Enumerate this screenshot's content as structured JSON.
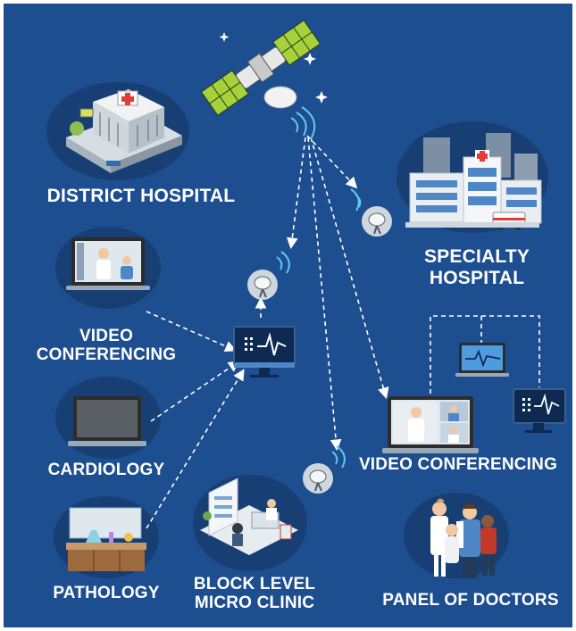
{
  "colors": {
    "background": "#1d4e8f",
    "blob": "#173f74",
    "link": "#ffffff",
    "signal": "#5ec8f2",
    "monitor_screen": "#0f2a52",
    "heartbeat": "#ffffff"
  },
  "labels": {
    "district_hospital": "DISTRICT HOSPITAL",
    "specialty_hospital": [
      "SPECIALTY",
      "HOSPITAL"
    ],
    "video_conferencing_left": [
      "VIDEO",
      "CONFERENCING"
    ],
    "cardiology": "CARDIOLOGY",
    "pathology": "PATHOLOGY",
    "block_level_micro_clinic": [
      "BLOCK LEVEL",
      "MICRO CLINIC"
    ],
    "video_conferencing_right": "VIDEO CONFERENCING",
    "panel_of_doctors": "PANEL OF DOCTORS"
  },
  "icons": [
    "satellite-icon",
    "district-hospital-icon",
    "specialty-hospital-icon",
    "satellite-dish-icon",
    "laptop-video-call-icon",
    "laptop-icon",
    "lab-bench-icon",
    "micro-clinic-icon",
    "monitor-heartbeat-icon",
    "doctors-group-icon"
  ]
}
